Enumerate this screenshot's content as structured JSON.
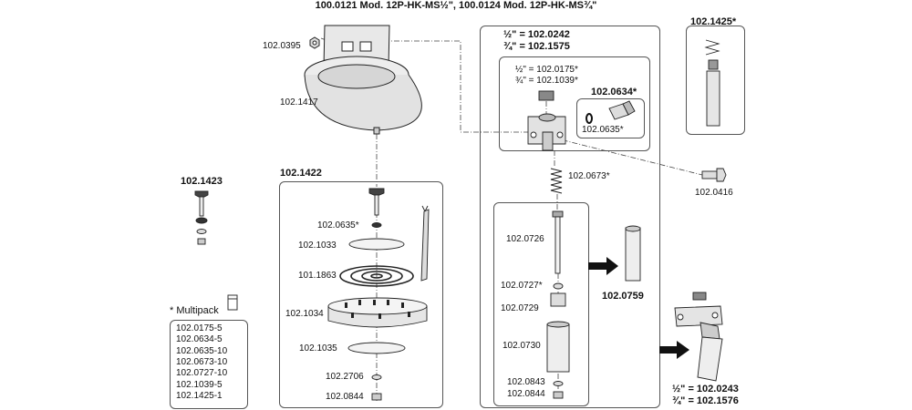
{
  "title": "100.0121 Mod. 12P-HK-MS½\", 100.0124 Mod. 12P-HK-MS¾\"",
  "bowl": {
    "nut_label": "102.0395",
    "bowl_label": "102.1417"
  },
  "part_1423": {
    "label": "102.1423"
  },
  "part_1422": {
    "label": "102.1422",
    "items": [
      "102.0635*",
      "102.1033",
      "101.1863",
      "102.1034",
      "102.1035",
      "102.2706",
      "102.0844"
    ]
  },
  "multipack": {
    "title": "* Multipack",
    "items": [
      "102.0175-5",
      "102.0634-5",
      "102.0635-10",
      "102.0673-10",
      "102.0727-10",
      "102.1039-5",
      "102.1425-1"
    ]
  },
  "valve_group": {
    "size_half": "½\" = 102.0242",
    "size_threequarter": "¾\" = 102.1575",
    "inner_half": "½\" = 102.0175*",
    "inner_threequarter": "¾\" = 102.1039*",
    "screw_label": "102.0634*",
    "oring_label": "102.0635*",
    "spring_label": "102.0673*",
    "bolt_label": "102.0416"
  },
  "tube_group": {
    "items": [
      "102.0726",
      "102.0727*",
      "102.0729",
      "102.0730",
      "102.0843",
      "102.0844"
    ],
    "result_label": "102.0759"
  },
  "part_1425": {
    "label": "102.1425*"
  },
  "assembly": {
    "half": "½\" = 102.0243",
    "threequarter": "¾\" = 102.1576"
  }
}
